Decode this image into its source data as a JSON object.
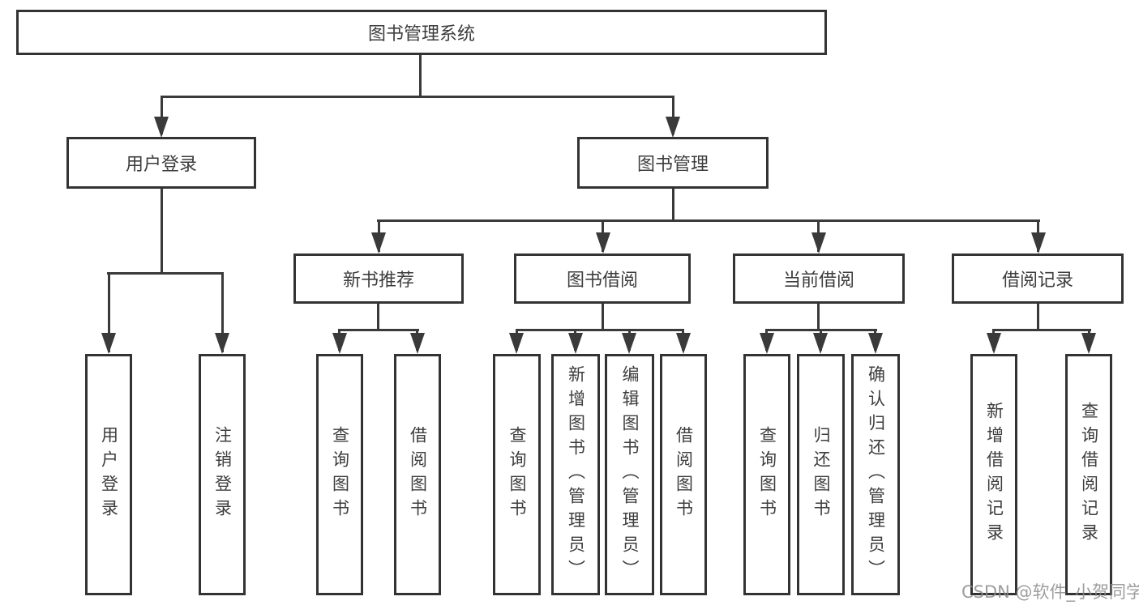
{
  "diagram": {
    "root": {
      "label": "图书管理系统"
    },
    "level2": {
      "user_login": {
        "label": "用户登录"
      },
      "book_management": {
        "label": "图书管理"
      }
    },
    "level3": {
      "new_book_recommend": {
        "label": "新书推荐"
      },
      "book_borrow": {
        "label": "图书借阅"
      },
      "current_borrow": {
        "label": "当前借阅"
      },
      "borrow_records": {
        "label": "借阅记录"
      }
    },
    "leaves": {
      "user_login": {
        "label": "用户登录"
      },
      "logout": {
        "label": "注销登录"
      },
      "query_books_1": {
        "label": "查询图书"
      },
      "borrow_books_1": {
        "label": "借阅图书"
      },
      "query_books_2": {
        "label": "查询图书"
      },
      "add_books_admin": {
        "label": "新增图书（管理员）"
      },
      "edit_books_admin": {
        "label": "编辑图书（管理员）"
      },
      "borrow_books_2": {
        "label": "借阅图书"
      },
      "query_books_3": {
        "label": "查询图书"
      },
      "return_books": {
        "label": "归还图书"
      },
      "confirm_return_admin": {
        "label": "确认归还（管理员）"
      },
      "add_borrow_record": {
        "label": "新增借阅记录"
      },
      "query_borrow_record": {
        "label": "查询借阅记录"
      }
    },
    "watermark": "CSDN @软件_小贺同学",
    "colors": {
      "line": "#3a3a3a",
      "border": "#333333",
      "text": "#3d3d3d",
      "watermark": "#8c8c8c",
      "background": "#ffffff"
    }
  }
}
